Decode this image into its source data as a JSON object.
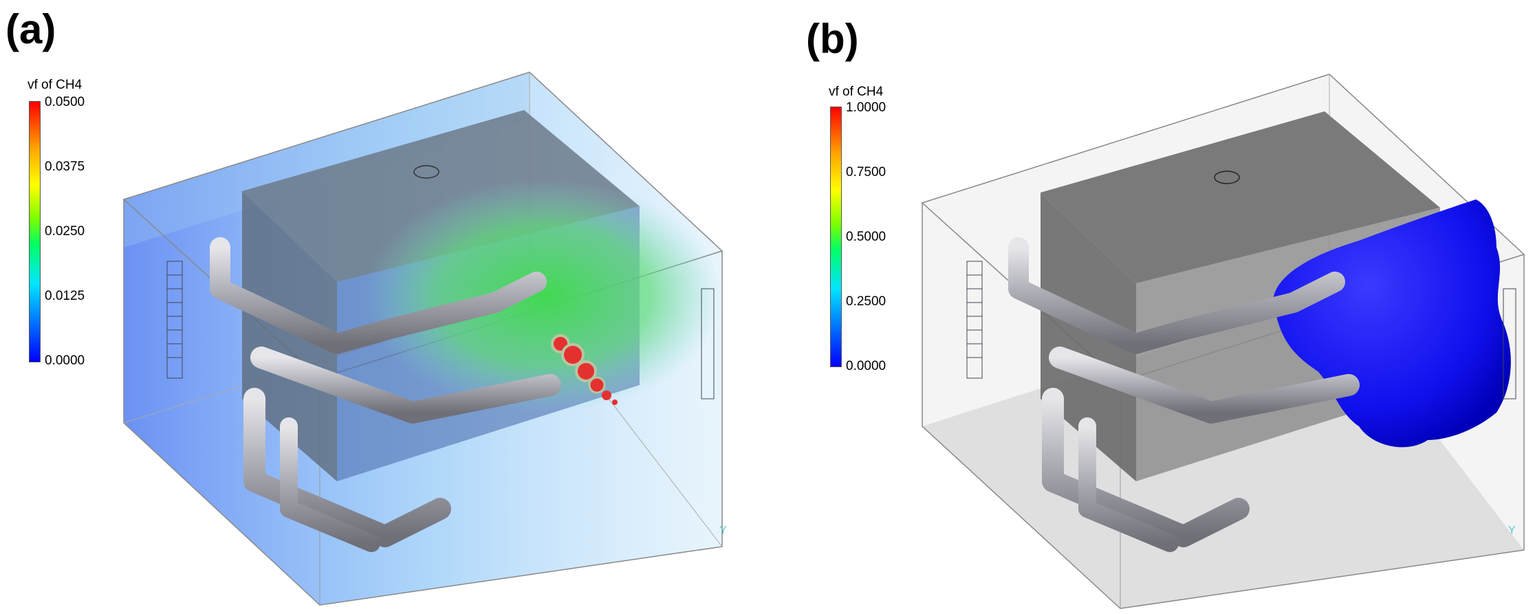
{
  "panels": [
    {
      "label": "(a)",
      "colorbar": {
        "title": "vf of CH4",
        "ticks": [
          "0.0500",
          "0.0375",
          "0.0250",
          "0.0125",
          "0.0000"
        ]
      },
      "axis_label": "Y"
    },
    {
      "label": "(b)",
      "colorbar": {
        "title": "vf of CH4",
        "ticks": [
          "1.0000",
          "0.7500",
          "0.5000",
          "0.2500",
          "0.0000"
        ]
      },
      "axis_label": "Y"
    }
  ],
  "colors": {
    "colormap": [
      "#0000ff",
      "#00e5ff",
      "#00ff66",
      "#ffff00",
      "#ff0000"
    ],
    "pipe_gray": "#a9a9a9",
    "iso_surface_blue": "#1a1aff"
  }
}
